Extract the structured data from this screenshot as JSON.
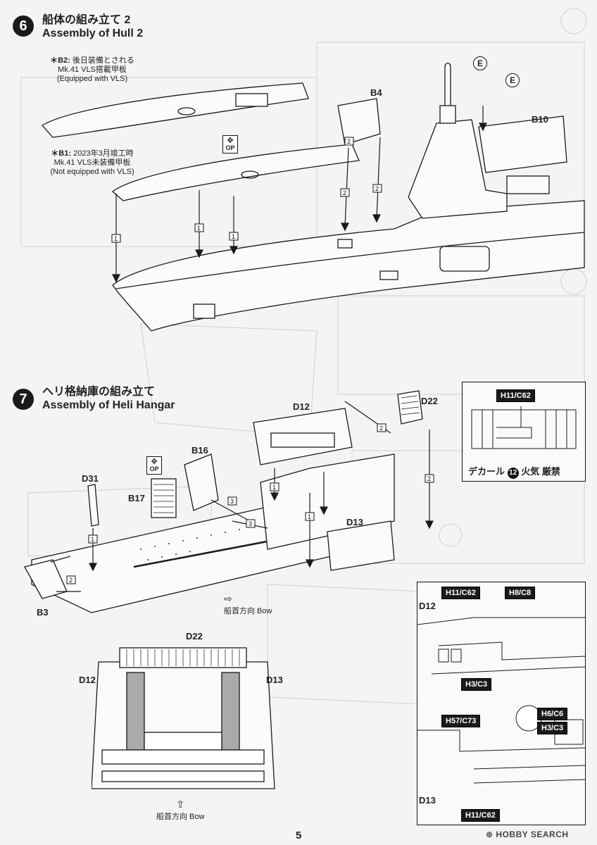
{
  "step6": {
    "number": "6",
    "title_jp": "船体の組み立て 2",
    "title_en": "Assembly of Hull 2",
    "note_b2": {
      "mark": "＊B2:",
      "line1": "後日装備とされる",
      "line2": "Mk.41 VLS搭載甲板",
      "line3": "(Equipped with VLS)"
    },
    "note_b1": {
      "mark": "＊B1:",
      "line1": "2023年3月竣工時",
      "line2": "Mk.41 VLS未装備甲板",
      "line3": "(Not equipped with VLS)"
    },
    "op_label": "OP",
    "parts": {
      "b4": "B4",
      "b10": "B10",
      "e1": "E",
      "e2": "E"
    },
    "arrow_labels": [
      "1",
      "1",
      "1",
      "2",
      "2",
      "2"
    ]
  },
  "step7": {
    "number": "7",
    "title_jp": "ヘリ格納庫の組み立て",
    "title_en": "Assembly of Heli Hangar",
    "op_label": "OP",
    "parts": {
      "d12": "D12",
      "d22": "D22",
      "b16": "B16",
      "b17": "B17",
      "d31": "D31",
      "d13": "D13",
      "b3": "B3"
    },
    "arrow_labels": [
      "1",
      "1",
      "1",
      "2",
      "2",
      "2",
      "3",
      "3"
    ],
    "direction": "船首方向 Bow",
    "decal_callout": {
      "tag": "H11/C62",
      "caption_prefix": "デカール",
      "decal_no": "12",
      "caption_suffix": "火気 厳禁"
    }
  },
  "front_view": {
    "parts": {
      "d22": "D22",
      "d12": "D12",
      "d13": "D13"
    },
    "direction": "船首方向 Bow"
  },
  "paint_callout": {
    "d12": "D12",
    "d13": "D13",
    "tags": [
      "H11/C62",
      "H8/C8",
      "H3/C3",
      "H6/C6",
      "H3/C3",
      "H57/C73",
      "H11/C62"
    ]
  },
  "page_number": "5",
  "watermark": "HOBBY SEARCH",
  "colors": {
    "ink": "#1a1a1a",
    "paper": "#f4f4f2",
    "ghost": "#c9c9c9"
  }
}
